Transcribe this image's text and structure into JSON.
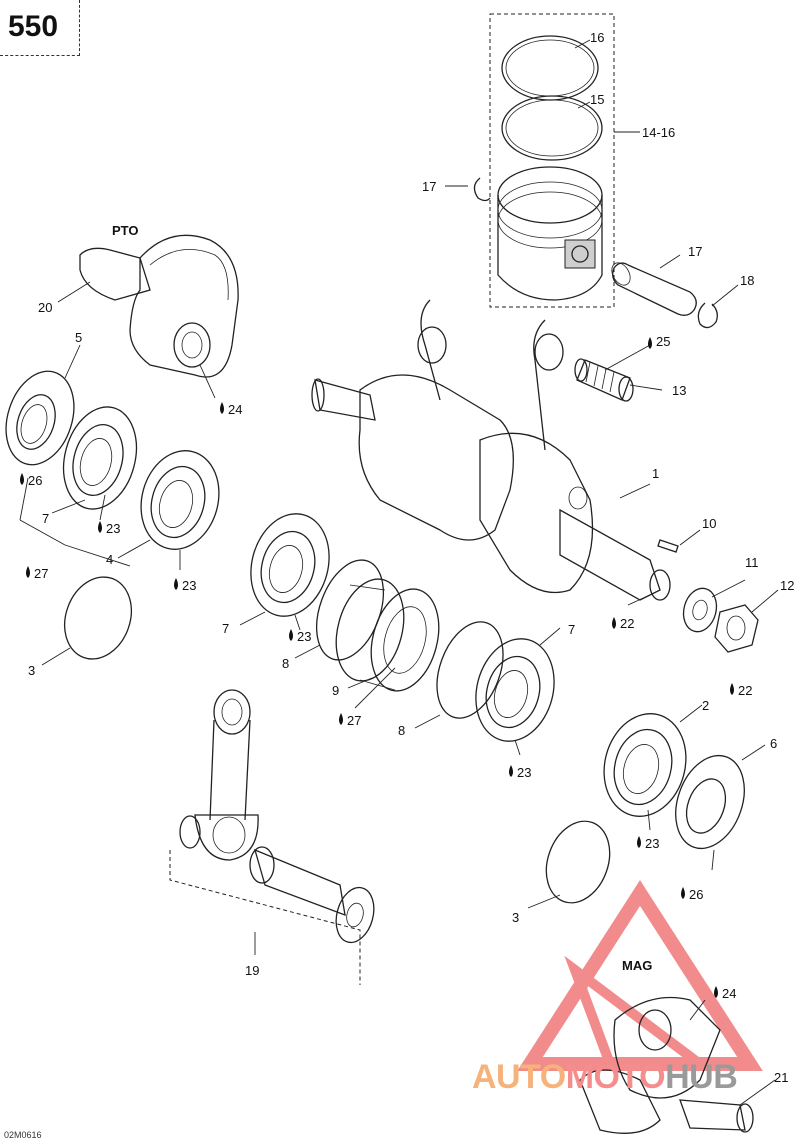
{
  "diagram": {
    "page_number": "550",
    "drawing_code": "02M0616",
    "group_labels": {
      "pto": "PTO",
      "mag": "MAG"
    },
    "callouts": {
      "c16": "16",
      "c15": "15",
      "c14_16": "14-16",
      "c17a": "17",
      "c17b": "17",
      "c18": "18",
      "c20": "20",
      "c5": "5",
      "c24a": "24",
      "c25": "25",
      "c13": "13",
      "c26a": "26",
      "c7a": "7",
      "c23a": "23",
      "c4": "4",
      "c23b": "23",
      "c27a": "27",
      "c3a": "3",
      "c1": "1",
      "c10": "10",
      "c11": "11",
      "c12": "12",
      "c22a": "22",
      "c22b": "22",
      "c7b": "7",
      "c23c": "23",
      "c8a": "8",
      "c9": "9",
      "c27b": "27",
      "c7c": "7",
      "c8b": "8",
      "c23d": "23",
      "c2": "2",
      "c6": "6",
      "c23e": "23",
      "c26b": "26",
      "c3b": "3",
      "c19": "19",
      "c24b": "24",
      "c21": "21"
    }
  },
  "watermark": {
    "part1": "AUTO",
    "part2": "MOTO",
    "part3": "HUB",
    "colors": {
      "part1": "#f7b27a",
      "part2": "#f58d8d",
      "part3": "#9a9a9a",
      "triangle": "#ee6666"
    }
  }
}
